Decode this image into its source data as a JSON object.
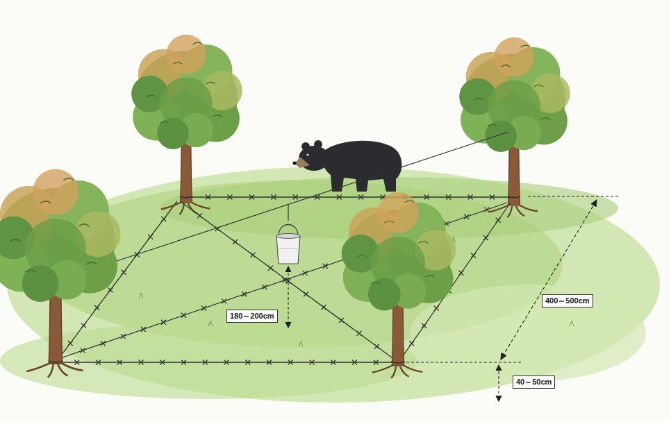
{
  "diagram": {
    "labels": [
      "180～200cm",
      "400～500cm",
      "40～50cm"
    ]
  }
}
